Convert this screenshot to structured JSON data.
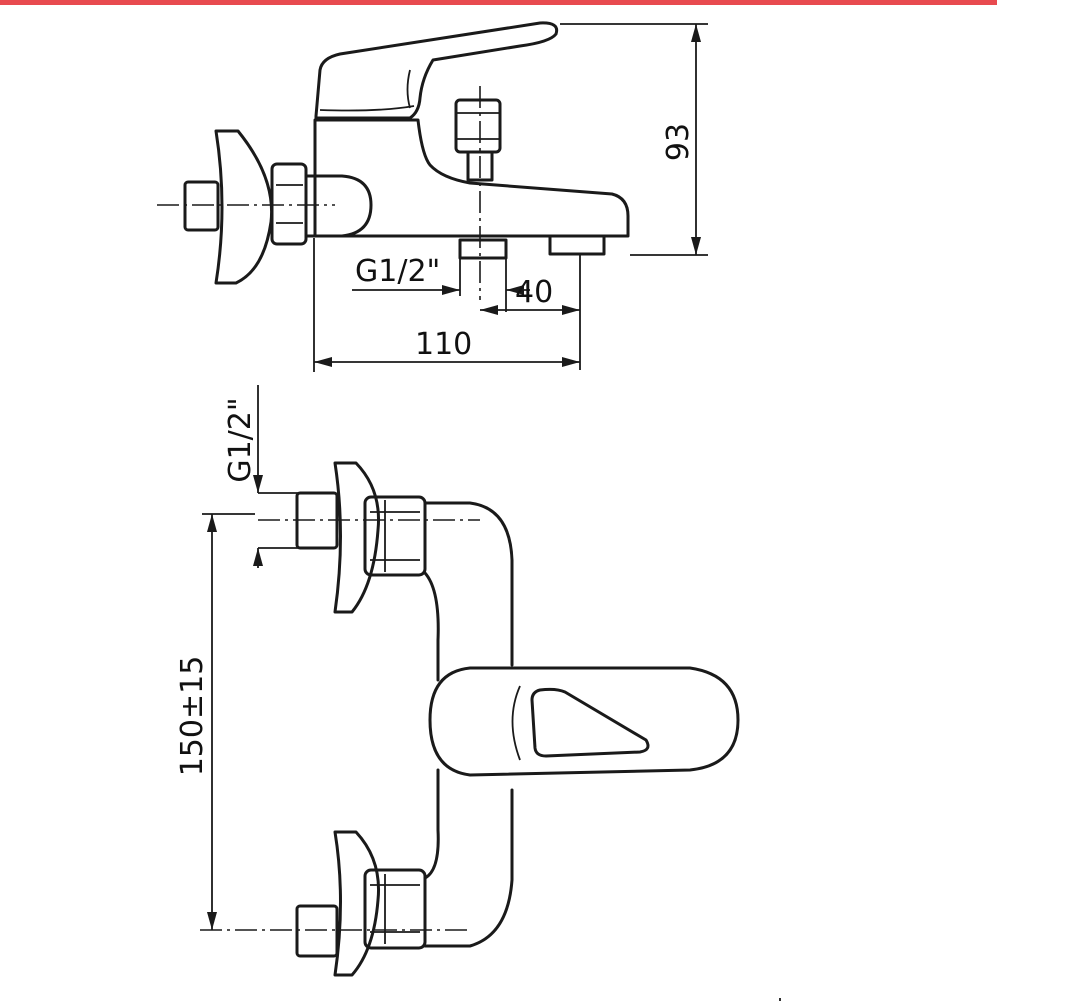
{
  "colors": {
    "top_band": "#e84a4f",
    "line": "#1a1a1a",
    "background": "#ffffff"
  },
  "side_view": {
    "height_label": "93",
    "thread_label": "G1/2\"",
    "spout_offset_label": "40",
    "depth_label": "110"
  },
  "front_view": {
    "thread_label": "G1/2\"",
    "spacing_label": "150±15"
  }
}
